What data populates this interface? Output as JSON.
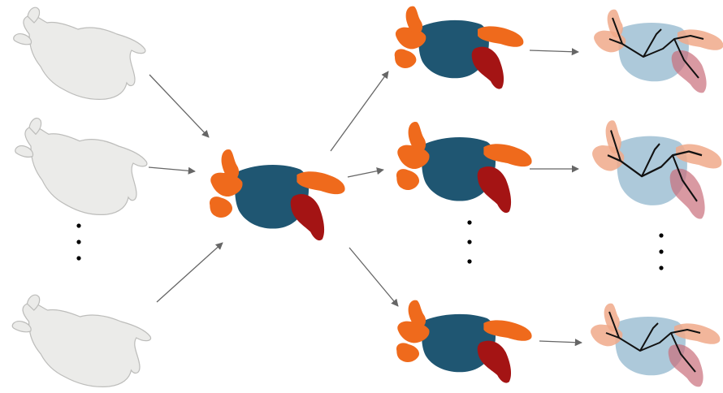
{
  "colors": {
    "raw_mesh": "#ebebe9",
    "raw_mesh_shade": "#bdbdbb",
    "body": "#1f5672",
    "appendage": "#ef6a1c",
    "dark_appendage": "#a41414",
    "translucent_body": "#9fbfd3",
    "translucent_appendage": "#f0a98a",
    "translucent_dark": "#c96d7a",
    "skeleton": "#111111",
    "arrow": "#666666",
    "ellipsis_dot": "#000000"
  },
  "columns": [
    {
      "id": "input-meshes",
      "items": [
        "mesh",
        "mesh",
        "ellipsis",
        "mesh"
      ]
    },
    {
      "id": "template",
      "items": [
        "segmented-template"
      ]
    },
    {
      "id": "segmented-instances",
      "items": [
        "segmented",
        "segmented",
        "ellipsis",
        "segmented"
      ]
    },
    {
      "id": "skeleton-instances",
      "items": [
        "skeleton",
        "skeleton",
        "ellipsis",
        "skeleton"
      ]
    }
  ]
}
